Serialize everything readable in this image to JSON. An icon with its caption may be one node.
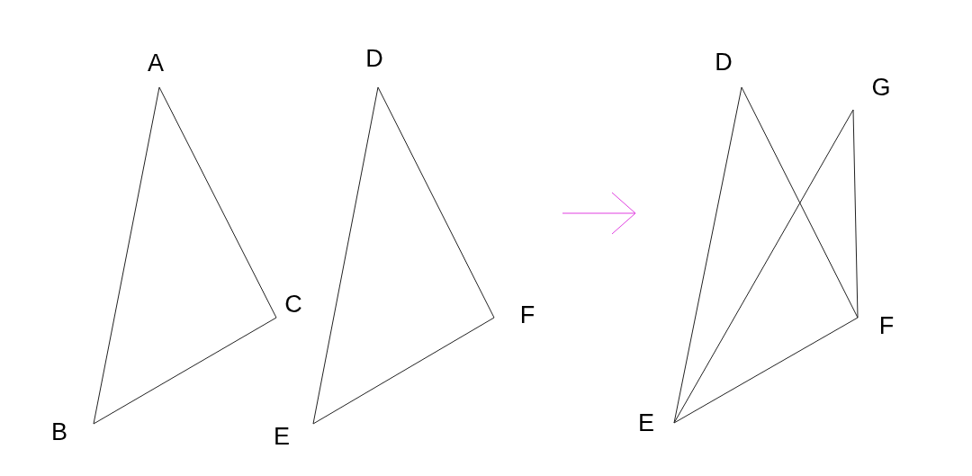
{
  "diagram": {
    "nodes": [
      {
        "text": [
          "A"
        ]
      },
      {
        "text": [
          "B"
        ]
      },
      {
        "text": [
          "C"
        ]
      },
      {
        "text": [
          "D"
        ]
      },
      {
        "text": [
          "E"
        ]
      },
      {
        "text": [
          "F"
        ]
      },
      {
        "text": [
          "D"
        ]
      },
      {
        "text": [
          "G"
        ]
      },
      {
        "text": [
          "F"
        ]
      },
      {
        "text": [
          "E"
        ]
      }
    ],
    "edges": [
      {
        "from": 0,
        "to": 1,
        "arrow": "none"
      },
      {
        "from": 0,
        "to": 2,
        "arrow": "none"
      },
      {
        "from": 1,
        "to": 2,
        "arrow": "none"
      },
      {
        "from": 3,
        "to": 4,
        "arrow": "none"
      },
      {
        "from": 3,
        "to": 5,
        "arrow": "none"
      },
      {
        "from": 4,
        "to": 5,
        "arrow": "none"
      },
      {
        "from": 6,
        "to": 9,
        "arrow": "none"
      },
      {
        "from": 6,
        "to": 8,
        "arrow": "none"
      },
      {
        "from": 9,
        "to": 8,
        "arrow": "none"
      },
      {
        "from": 7,
        "to": 9,
        "arrow": "none"
      },
      {
        "from": 7,
        "to": 8,
        "arrow": "none"
      }
    ]
  }
}
